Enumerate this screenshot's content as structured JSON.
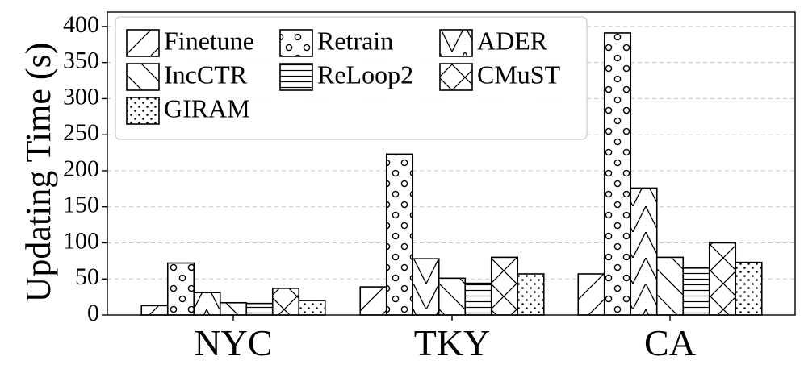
{
  "chart_data": {
    "type": "bar",
    "title": "",
    "xlabel": "",
    "ylabel": "Updating Time (s)",
    "categories": [
      "NYC",
      "TKY",
      "CA"
    ],
    "ylim": [
      0,
      420
    ],
    "yticks": [
      0,
      50,
      100,
      150,
      200,
      250,
      300,
      350,
      400
    ],
    "grid": "horizontal dashed",
    "legend_position": "top-left",
    "series": [
      {
        "name": "Finetune",
        "pattern": "diagonal",
        "values": [
          13,
          39,
          57
        ]
      },
      {
        "name": "Retrain",
        "pattern": "circles",
        "values": [
          72,
          223,
          391
        ]
      },
      {
        "name": "ADER",
        "pattern": "vee",
        "values": [
          31,
          78,
          176
        ]
      },
      {
        "name": "IncCTR",
        "pattern": "backdiagonal",
        "values": [
          17,
          51,
          80
        ]
      },
      {
        "name": "ReLoop2",
        "pattern": "horizontal",
        "values": [
          16,
          44,
          65
        ]
      },
      {
        "name": "CMuST",
        "pattern": "crosshatch",
        "values": [
          37,
          80,
          100
        ]
      },
      {
        "name": "GIRAM",
        "pattern": "dots",
        "values": [
          20,
          57,
          73
        ]
      }
    ],
    "colors": {
      "bar_fill": "#ffffff",
      "bar_stroke": "#000000",
      "grid": "#c8c8c8"
    }
  }
}
